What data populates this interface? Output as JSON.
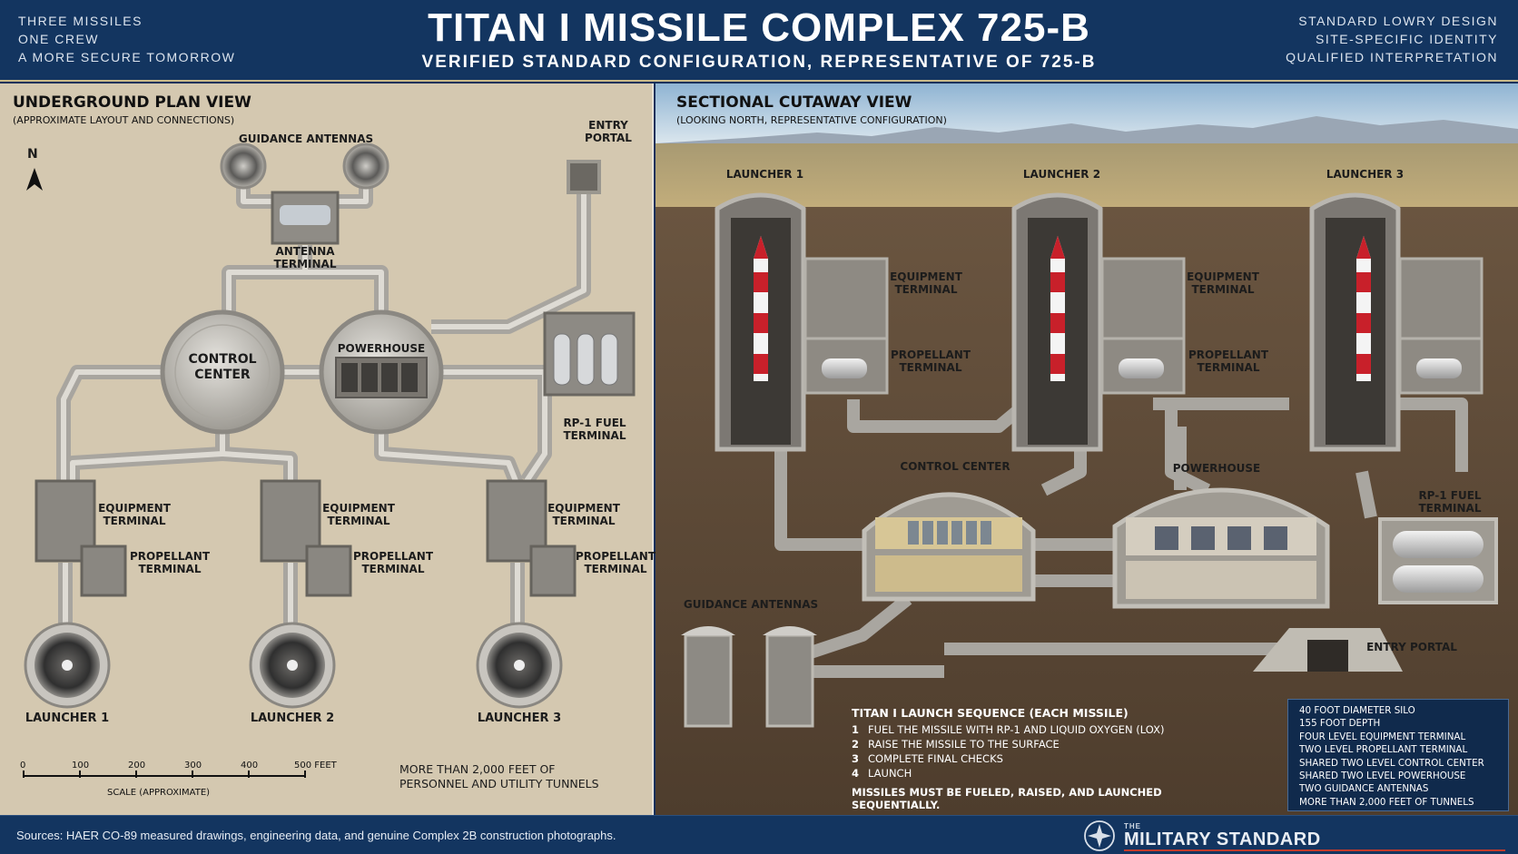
{
  "header": {
    "left_lines": [
      "THREE MISSILES",
      "ONE CREW",
      "A MORE SECURE TOMORROW"
    ],
    "title": "TITAN I MISSILE COMPLEX 725-B",
    "subtitle": "VERIFIED STANDARD CONFIGURATION, REPRESENTATIVE OF 725-B",
    "right_lines": [
      "STANDARD LOWRY DESIGN",
      "SITE-SPECIFIC IDENTITY",
      "QUALIFIED INTERPRETATION"
    ]
  },
  "plan_view": {
    "title": "UNDERGROUND PLAN VIEW",
    "subtitle": "(APPROXIMATE LAYOUT AND CONNECTIONS)",
    "north": "N",
    "labels": {
      "guidance_antennas": "GUIDANCE ANTENNAS",
      "entry_portal": "ENTRY\nPORTAL",
      "antenna_terminal": "ANTENNA\nTERMINAL",
      "control_center": "CONTROL\nCENTER",
      "powerhouse": "POWERHOUSE",
      "rp1_fuel_terminal": "RP-1 FUEL\nTERMINAL",
      "equipment_terminal": "EQUIPMENT\nTERMINAL",
      "propellant_terminal": "PROPELLANT\nTERMINAL",
      "launcher_1": "LAUNCHER 1",
      "launcher_2": "LAUNCHER 2",
      "launcher_3": "LAUNCHER 3"
    },
    "scale": {
      "ticks": [
        "0",
        "100",
        "200",
        "300",
        "400",
        "500 FEET"
      ],
      "caption": "SCALE (APPROXIMATE)"
    },
    "tunnel_note": "MORE THAN 2,000 FEET OF\nPERSONNEL AND UTILITY TUNNELS"
  },
  "section_view": {
    "title": "SECTIONAL CUTAWAY VIEW",
    "subtitle": "(LOOKING NORTH, REPRESENTATIVE CONFIGURATION)",
    "labels": {
      "launcher_1": "LAUNCHER 1",
      "launcher_2": "LAUNCHER 2",
      "launcher_3": "LAUNCHER 3",
      "equipment_terminal": "EQUIPMENT\nTERMINAL",
      "propellant_terminal": "PROPELLANT\nTERMINAL",
      "control_center": "CONTROL CENTER",
      "powerhouse": "POWERHOUSE",
      "rp1_fuel_terminal": "RP-1 FUEL\nTERMINAL",
      "guidance_antennas": "GUIDANCE ANTENNAS",
      "entry_portal": "ENTRY PORTAL"
    },
    "launch_sequence": {
      "title": "TITAN I LAUNCH SEQUENCE (EACH MISSILE)",
      "steps": [
        {
          "num": "1",
          "text": "FUEL THE MISSILE WITH RP-1 AND LIQUID OXYGEN (LOX)"
        },
        {
          "num": "2",
          "text": "RAISE THE MISSILE TO THE SURFACE"
        },
        {
          "num": "3",
          "text": "COMPLETE FINAL CHECKS"
        },
        {
          "num": "4",
          "text": "LAUNCH"
        }
      ],
      "note": "MISSILES MUST BE FUELED, RAISED, AND LAUNCHED SEQUENTIALLY."
    },
    "specs": [
      "40 FOOT DIAMETER SILO",
      "155 FOOT DEPTH",
      "FOUR LEVEL EQUIPMENT TERMINAL",
      "TWO LEVEL PROPELLANT TERMINAL",
      "SHARED TWO LEVEL CONTROL CENTER",
      "SHARED TWO LEVEL POWERHOUSE",
      "TWO GUIDANCE ANTENNAS",
      "MORE THAN 2,000 FEET OF TUNNELS"
    ]
  },
  "footer": {
    "sources": "Sources: HAER CO-89 measured drawings, engineering data, and genuine Complex 2B construction photographs.",
    "brand_small": "THE",
    "brand_name": "MILITARY STANDARD"
  },
  "colors": {
    "header_bg": "#133560",
    "plan_bg": "#d8ccb6",
    "concrete": "#bdbab3",
    "soil": "#5f4a35",
    "missile_red": "#c8202a"
  }
}
